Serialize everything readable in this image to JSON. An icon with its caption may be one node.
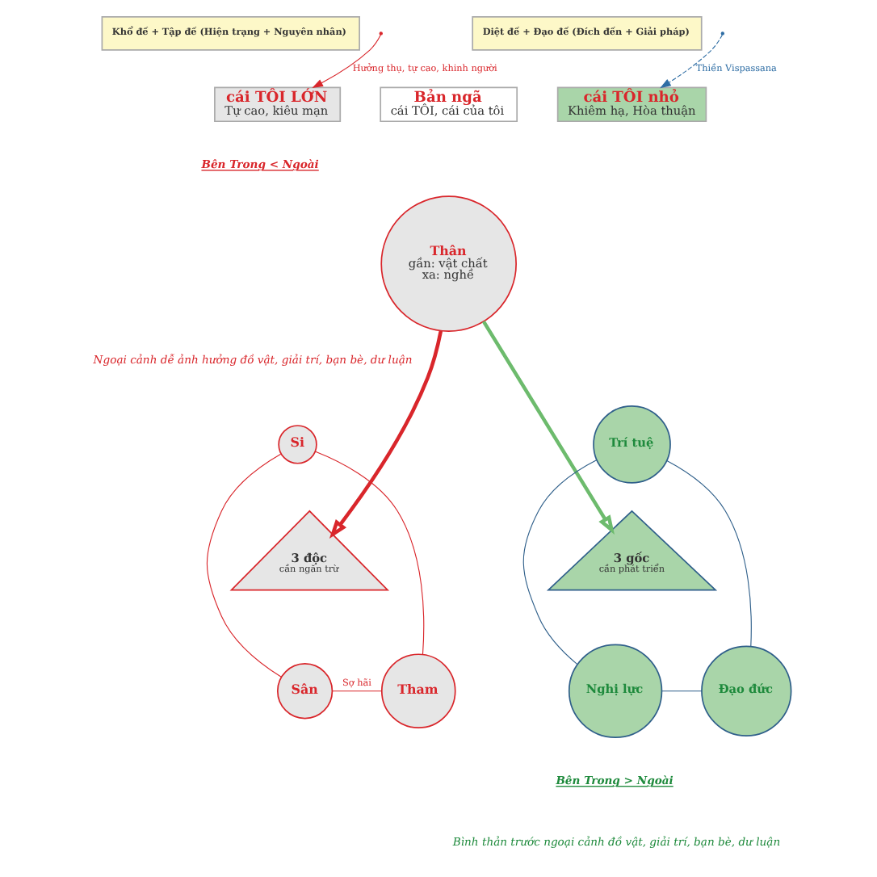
{
  "diagram": {
    "nodes": [
      {
        "text": [
          "Khổ đế + Tập đế (Hiện trạng + Nguyên nhân)"
        ]
      },
      {
        "text": [
          "cái TÔI LỚN",
          "Tự cao, kiêu mạn"
        ]
      },
      {
        "text": [
          "Bản ngã",
          "cái TÔI, cái của tôi"
        ]
      },
      {
        "text": [
          "Diệt đế + Đạo đế (Đích đến + Giải pháp)"
        ]
      },
      {
        "text": [
          "cái TÔI nhỏ",
          "Khiêm hạ, Hòa thuận"
        ]
      },
      {
        "text": [
          "Thân",
          "gần: vật chất",
          "xa: nghề"
        ]
      },
      {
        "text": [
          "3 độc",
          "cần ngăn trừ"
        ]
      },
      {
        "text": [
          "Si"
        ]
      },
      {
        "text": [
          "Sân"
        ]
      },
      {
        "text": [
          "Tham"
        ]
      },
      {
        "text": [
          "3 gốc",
          "cần phát triển"
        ]
      },
      {
        "text": [
          "Trí tuệ"
        ]
      },
      {
        "text": [
          "Nghị lực"
        ]
      },
      {
        "text": [
          "Đạo đức"
        ]
      }
    ],
    "edges": [
      {
        "from": 5,
        "to": 6,
        "arrow": "to",
        "style": "thick",
        "color": "#d9262b"
      },
      {
        "from": 5,
        "to": 10,
        "arrow": "to",
        "style": "thick",
        "color": "#6dbb6d"
      },
      {
        "from": null,
        "to": 1,
        "arrow": "to",
        "label": "Hưởng thụ, tự cao, khinh người",
        "color": "#d9262b"
      },
      {
        "from": null,
        "to": 4,
        "arrow": "to",
        "label": "Thiền Vispassana",
        "style": "dashed",
        "color": "#2e6da4"
      },
      {
        "from": 7,
        "to": 8,
        "arrow": "none",
        "color": "#d9262b"
      },
      {
        "from": 7,
        "to": 9,
        "arrow": "none",
        "color": "#d9262b"
      },
      {
        "from": 8,
        "to": 9,
        "arrow": "none",
        "label": "Sợ hãi",
        "color": "#d9262b"
      },
      {
        "from": 11,
        "to": 12,
        "arrow": "none",
        "color": "#2f5f8a"
      },
      {
        "from": 11,
        "to": 13,
        "arrow": "none",
        "color": "#2f5f8a"
      },
      {
        "from": 12,
        "to": 13,
        "arrow": "none",
        "color": "#2f5f8a"
      }
    ],
    "labels": [
      "Bên Trong < Ngoài",
      "Ngoại cảnh dễ ảnh hưởng đồ vật, giải trí, bạn bè, dư luận",
      "Bên Trong > Ngoài",
      "Bình thản trước ngoại cảnh đồ vật, giải trí, bạn bè, dư luận"
    ]
  }
}
